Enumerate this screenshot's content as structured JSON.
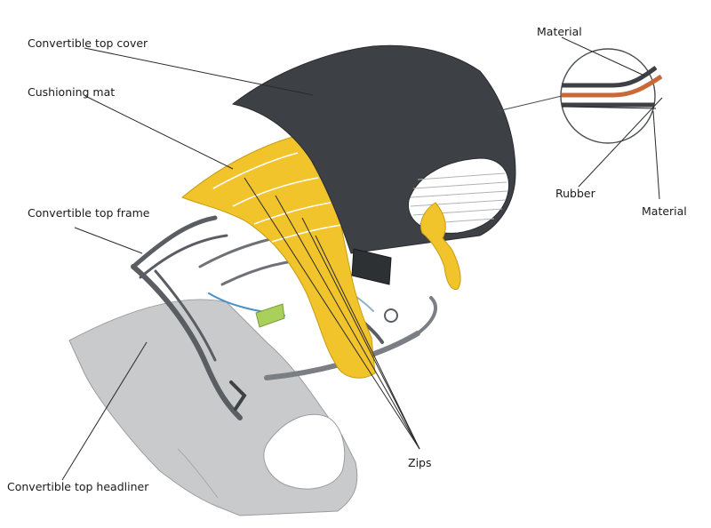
{
  "labels": {
    "cover": "Convertible top cover",
    "mat": "Cushioning mat",
    "frame": "Convertible top frame",
    "headliner": "Convertible top headliner",
    "zips": "Zips",
    "material_top": "Material",
    "rubber": "Rubber",
    "material_bottom": "Material"
  },
  "colors": {
    "cover": "#3d4044",
    "mat": "#f2c42c",
    "headliner": "#c9cacc",
    "rubber": "#c8693a",
    "pad": "#a8d05a",
    "frame": "#5a5e63"
  }
}
